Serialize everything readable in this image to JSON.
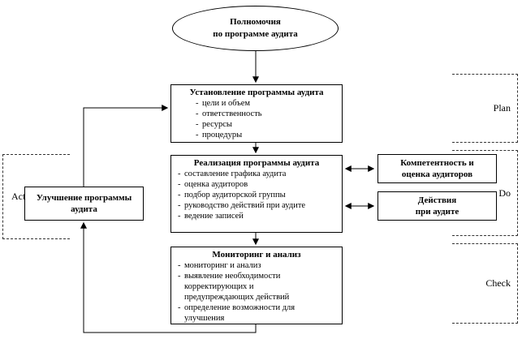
{
  "diagram": {
    "start": {
      "lines": [
        "Полномочия",
        "по программе аудита"
      ]
    },
    "establish": {
      "title": "Установление программы аудита",
      "items": [
        "цели и объем",
        "ответственность",
        "ресурсы",
        "процедуры"
      ]
    },
    "implement": {
      "title": "Реализация программы аудита",
      "items": [
        "составление графика аудита",
        "оценка аудиторов",
        "подбор аудиторской группы",
        "руководство действий при аудите",
        "ведение записей"
      ]
    },
    "monitor": {
      "title": "Мониторинг и анализ",
      "items": [
        "мониторинг и анализ",
        "выявление необходимости корректирующих и предупреждающих действий",
        "определение возможности для улучшения"
      ]
    },
    "improve": {
      "lines": [
        "Улучшение программы",
        "аудита"
      ]
    },
    "competence": {
      "lines": [
        "Компетентность и",
        "оценка аудиторов"
      ]
    },
    "audit_actions": {
      "lines": [
        "Действия",
        "при аудите"
      ]
    },
    "pdca": {
      "plan": "Plan",
      "do": "Do",
      "check": "Check",
      "act": "Act"
    },
    "line_color": "#000000"
  }
}
